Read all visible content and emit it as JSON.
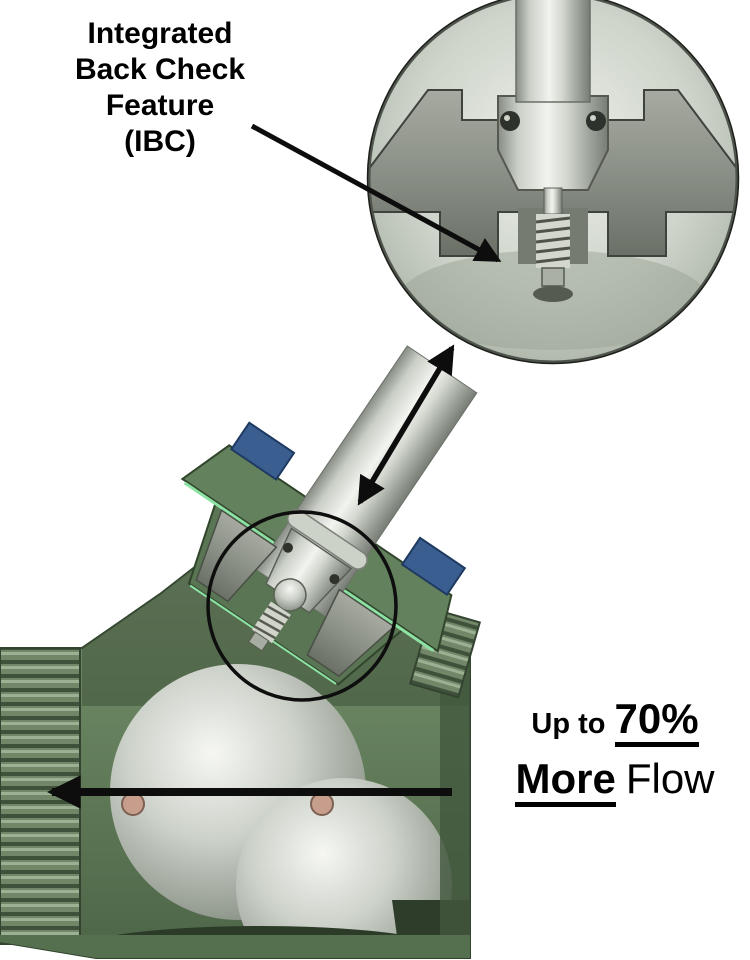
{
  "callout": {
    "lines": [
      "Integrated",
      "Back Check",
      "Feature",
      "(IBC)"
    ]
  },
  "flow": {
    "prefix": "Up to",
    "percent": "70%",
    "more": "More",
    "suffix": "Flow"
  },
  "colors": {
    "annotation": "#0d0d0d",
    "valve_body_green": "#64815d",
    "valve_dark_green": "#41573d",
    "metal_silver": "#d4d8d0",
    "housing_gray": "#8b9087",
    "accent_blue": "#3b5e91",
    "gasket_green": "#8ce2a2",
    "pin_pink": "#c79e8c"
  },
  "icons": {
    "callout_arrow": "arrow-from-label-to-ibc-detail",
    "link_arrow": "double-headed-arrow-linking-inset-to-valve",
    "flow_arrow": "left-pointing-flow-direction-arrow"
  }
}
